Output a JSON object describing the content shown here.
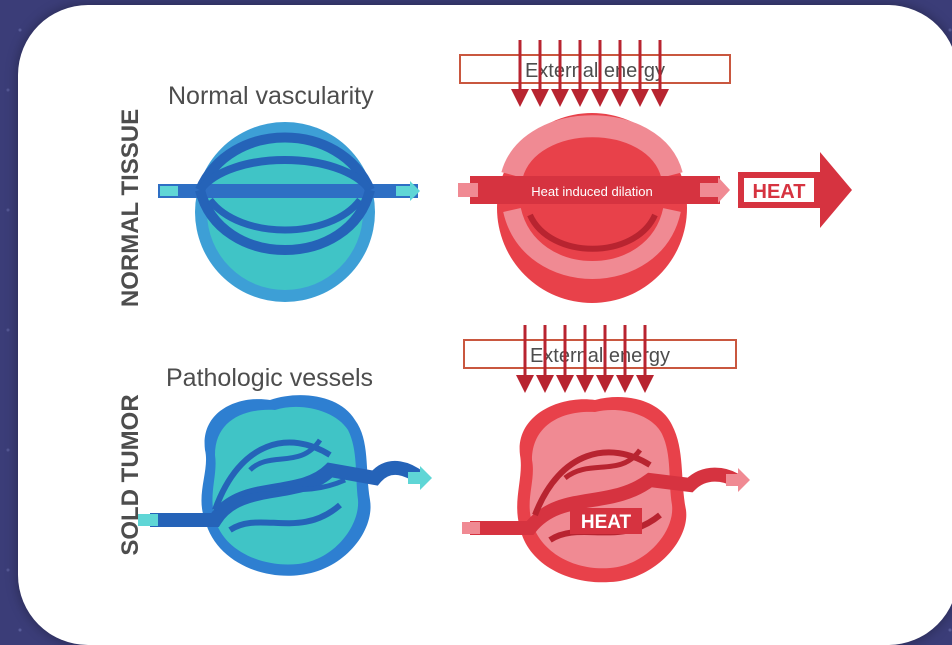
{
  "rows": [
    {
      "side_label": "NORMAL TISSUE",
      "title": "Normal vascularity",
      "energy_label": "External energy",
      "inner_label": "Heat induced dilation",
      "heat_label": "HEAT"
    },
    {
      "side_label": "SOLD TUMOR",
      "title": "Pathologic vessels",
      "energy_label": "External energy",
      "heat_label": "HEAT"
    }
  ],
  "colors": {
    "cool_fill": "#40c4c6",
    "cool_dark": "#2e7fd1",
    "cool_vessel": "#2563b8",
    "hot_fill": "#e8414a",
    "hot_light": "#f08a93",
    "hot_dark": "#b82430",
    "label": "#4d4d4d"
  }
}
